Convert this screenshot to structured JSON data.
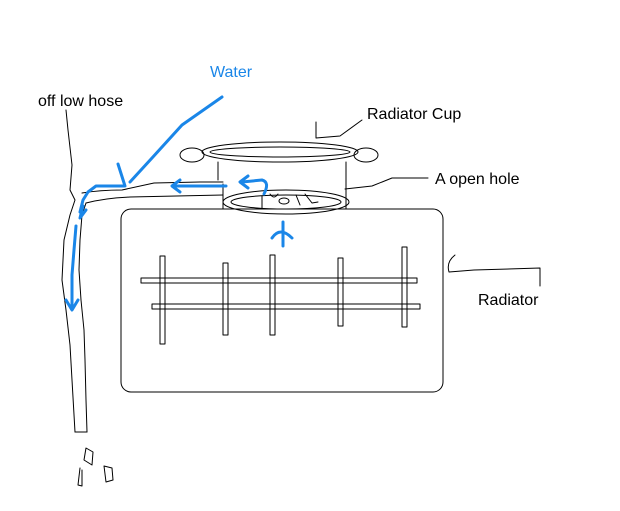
{
  "labels": {
    "water": "Water",
    "hose": "off low hose",
    "cup": "Radiator Cup",
    "hole": "A open hole",
    "radiator": "Radiator"
  },
  "colors": {
    "ink": "#000000",
    "water": "#1a86e8"
  }
}
